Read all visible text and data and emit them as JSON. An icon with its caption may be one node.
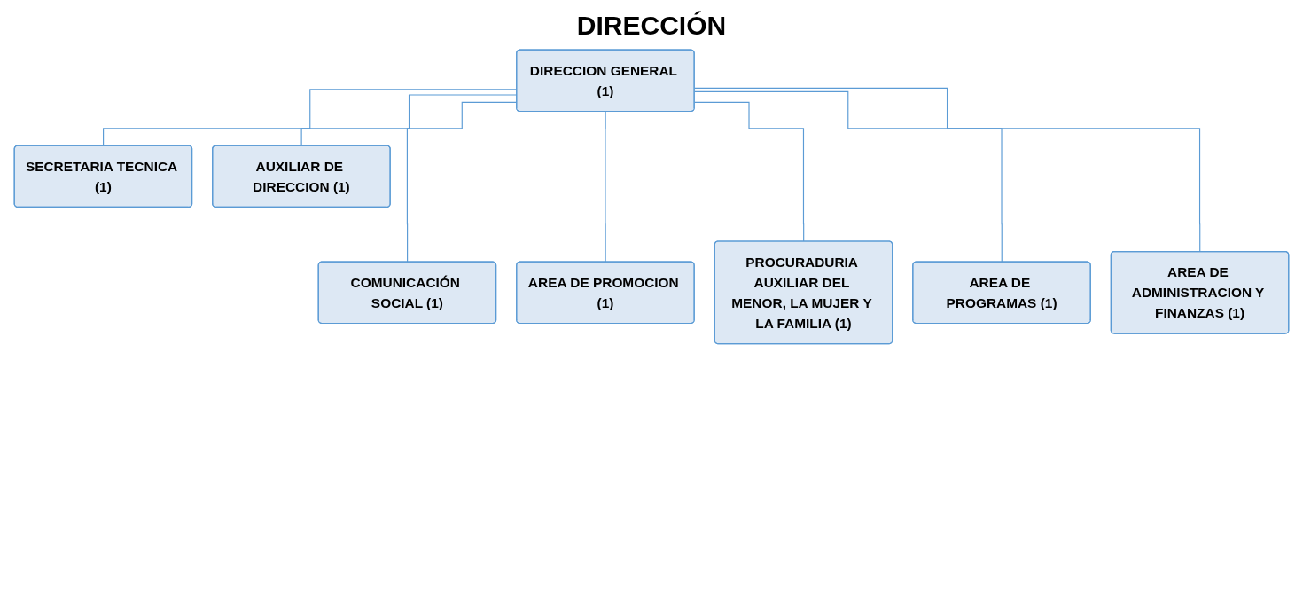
{
  "diagram": {
    "title": "DIRECCIÓN",
    "nodes": [
      {
        "text": [
          "DIRECCION GENERAL (1)"
        ]
      },
      {
        "text": [
          "SECRETARIA TECNICA (1)"
        ]
      },
      {
        "text": [
          "AUXILIAR DE DIRECCION (1)"
        ]
      },
      {
        "text": [
          "COMUNICACIÓN SOCIAL (1)"
        ]
      },
      {
        "text": [
          "AREA DE PROMOCION (1)"
        ]
      },
      {
        "text": [
          "PROCURADURIA AUXILIAR DEL MENOR, LA MUJER Y LA FAMILIA (1)"
        ]
      },
      {
        "text": [
          "AREA DE PROGRAMAS (1)"
        ]
      },
      {
        "text": [
          "AREA DE ADMINISTRACION Y FINANZAS (1)"
        ]
      }
    ],
    "edges": [
      {
        "from": 0,
        "to": 1,
        "arrow": "none"
      },
      {
        "from": 0,
        "to": 2,
        "arrow": "none"
      },
      {
        "from": 0,
        "to": 3,
        "arrow": "none"
      },
      {
        "from": 0,
        "to": 4,
        "arrow": "none"
      },
      {
        "from": 0,
        "to": 5,
        "arrow": "none"
      },
      {
        "from": 0,
        "to": 6,
        "arrow": "none"
      },
      {
        "from": 0,
        "to": 7,
        "arrow": "none"
      }
    ]
  }
}
